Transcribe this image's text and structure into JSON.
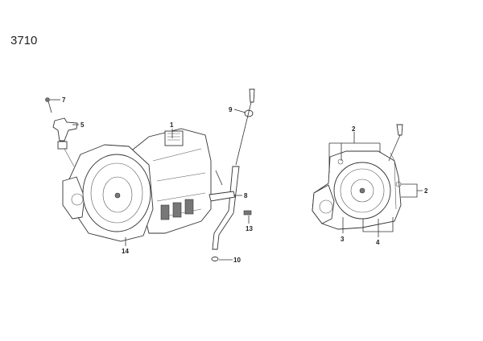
{
  "diagram": {
    "page_code": "3710",
    "callouts": {
      "c1": "1",
      "c2_top": "2",
      "c2_right": "2",
      "c3": "3",
      "c4": "4",
      "c5": "5",
      "c7": "7",
      "c8": "8",
      "c9": "9",
      "c10": "10",
      "c13": "13",
      "c14": "14"
    }
  }
}
